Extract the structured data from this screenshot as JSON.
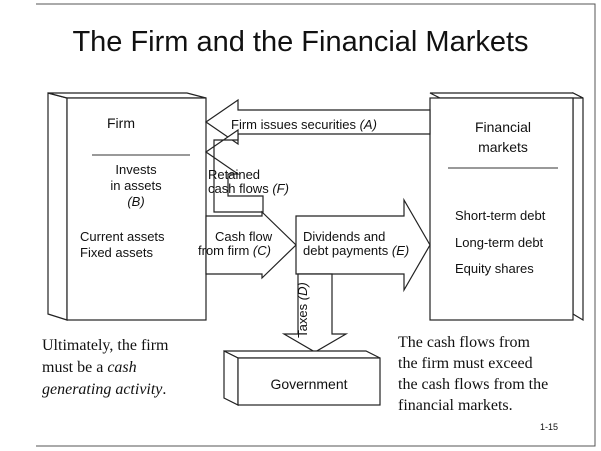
{
  "title": "The Firm and the Financial Markets",
  "firm": {
    "label": "Firm",
    "invests": [
      "Invests",
      "in assets"
    ],
    "invests_code": "(B)",
    "assets": [
      "Current assets",
      "Fixed assets"
    ]
  },
  "markets": {
    "label": [
      "Financial",
      "markets"
    ],
    "items": [
      "Short-term debt",
      "Long-term debt",
      "Equity shares"
    ]
  },
  "flows": {
    "issues": {
      "text": "Firm issues securities",
      "code": "(A)"
    },
    "retained": {
      "line1": "Retained",
      "line2": "cash flows",
      "code": "(F)"
    },
    "cashflow": {
      "line1": "Cash flow",
      "line2": "from firm",
      "code": "(C)"
    },
    "dividends": {
      "line1": "Dividends and",
      "line2": "debt payments",
      "code": "(E)"
    },
    "taxes": {
      "text": "Taxes",
      "code": "(D)"
    }
  },
  "government": {
    "label": "Government"
  },
  "notes": {
    "left": {
      "line1": "Ultimately, the firm",
      "line2_plain": "must be a ",
      "line2_italic": "cash",
      "line3_italic": "generating activity",
      "line3_end": "."
    },
    "right": [
      "The cash flows from",
      "the firm must exceed",
      "the cash flows from the",
      "financial markets."
    ]
  },
  "slide_number": "1-15",
  "colors": {
    "stroke": "#222222",
    "fill": "#ffffff",
    "text": "#111111"
  }
}
